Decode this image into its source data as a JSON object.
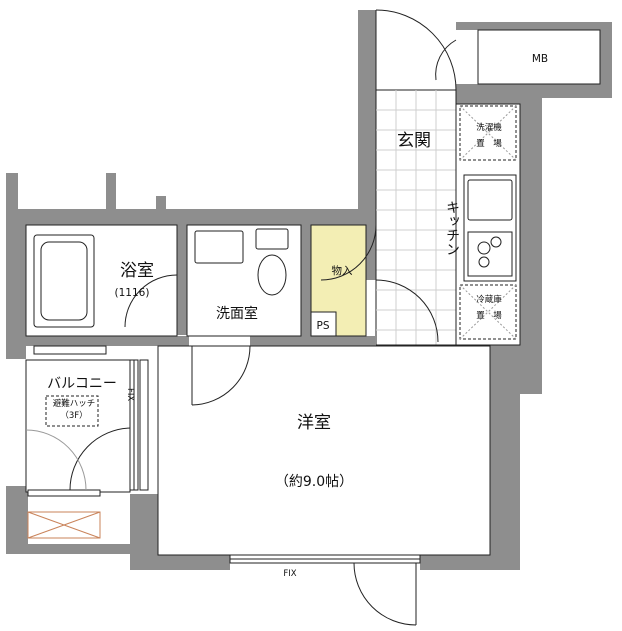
{
  "rooms": {
    "western": {
      "name": "洋室",
      "size": "（約9.0帖）"
    },
    "bath": {
      "name": "浴室",
      "size": "(1116)"
    },
    "washroom": {
      "name": "洗面室"
    },
    "storage": {
      "name": "物入"
    },
    "entrance": {
      "name": "玄関"
    },
    "kitchen": {
      "name": "キッチン"
    },
    "balcony": {
      "name": "バルコニー"
    }
  },
  "labels": {
    "mb": "MB",
    "ps": "PS",
    "fix_bottom": "FIX",
    "fix_side": "FIX",
    "washer": [
      "洗濯機",
      "置　場"
    ],
    "fridge": [
      "冷蔵庫",
      "置　場"
    ],
    "hatch": [
      "避難ハッチ",
      "（3F）"
    ]
  },
  "colors": {
    "wall": "#8e8e8e",
    "storage_fill": "#f3eeb4",
    "line": "#222222"
  }
}
